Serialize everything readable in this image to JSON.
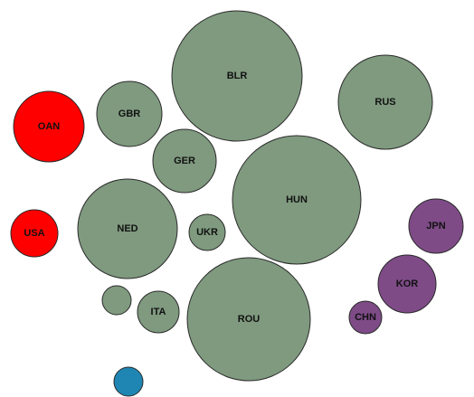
{
  "chart_data": {
    "type": "bubble",
    "groups": [
      {
        "name": "",
        "color": "#ff0000"
      },
      {
        "name": "",
        "color": "#7f9a7f"
      },
      {
        "name": "",
        "color": "#7e4b87"
      },
      {
        "name": "",
        "color": "#1f86b4"
      }
    ],
    "bubbles": [
      {
        "label": "BLR",
        "group": 1
      },
      {
        "label": "RUS",
        "group": 1
      },
      {
        "label": "GBR",
        "group": 1
      },
      {
        "label": "OAN",
        "group": 0
      },
      {
        "label": "GER",
        "group": 1
      },
      {
        "label": "HUN",
        "group": 1
      },
      {
        "label": "NED",
        "group": 1
      },
      {
        "label": "UKR",
        "group": 1
      },
      {
        "label": "USA",
        "group": 0
      },
      {
        "label": "JPN",
        "group": 2
      },
      {
        "label": "KOR",
        "group": 2
      },
      {
        "label": "ITA",
        "group": 1
      },
      {
        "label": "ROU",
        "group": 1
      },
      {
        "label": "",
        "group": 1
      },
      {
        "label": "CHN",
        "group": 2
      },
      {
        "label": "",
        "group": 3
      }
    ]
  }
}
